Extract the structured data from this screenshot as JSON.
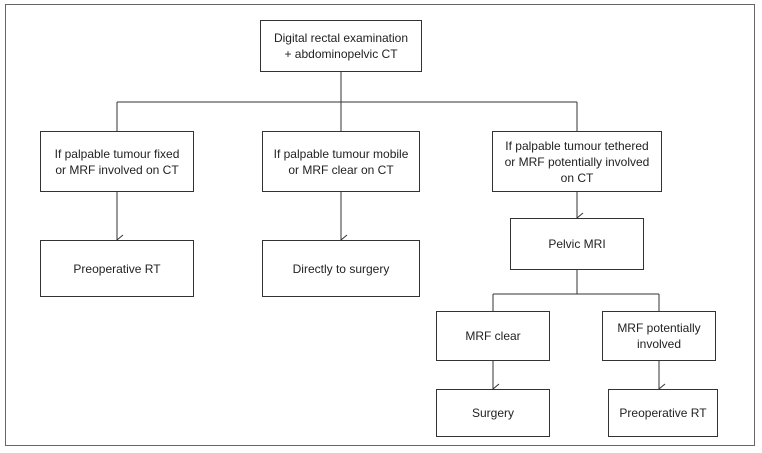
{
  "diagram": {
    "nodes": {
      "start": "Digital rectal examination\n+ abdominopelvic CT",
      "fixed": "If palpable tumour fixed\nor MRF involved on CT",
      "mobile": "If palpable tumour mobile\nor MRF clear on CT",
      "tethered": "If palpable tumour tethered\nor MRF potentially involved\non CT",
      "preop_rt_left": "Preoperative RT",
      "direct_surgery": "Directly to surgery",
      "pelvic_mri": "Pelvic MRI",
      "mrf_clear": "MRF clear",
      "mrf_potential": "MRF potentially\ninvolved",
      "surgery": "Surgery",
      "preop_rt_right": "Preoperative RT"
    },
    "edges": [
      {
        "from": "start",
        "to": "fixed"
      },
      {
        "from": "start",
        "to": "mobile"
      },
      {
        "from": "start",
        "to": "tethered"
      },
      {
        "from": "fixed",
        "to": "preop_rt_left"
      },
      {
        "from": "mobile",
        "to": "direct_surgery"
      },
      {
        "from": "tethered",
        "to": "pelvic_mri"
      },
      {
        "from": "pelvic_mri",
        "to": "mrf_clear"
      },
      {
        "from": "pelvic_mri",
        "to": "mrf_potential"
      },
      {
        "from": "mrf_clear",
        "to": "surgery"
      },
      {
        "from": "mrf_potential",
        "to": "preop_rt_right"
      }
    ]
  }
}
